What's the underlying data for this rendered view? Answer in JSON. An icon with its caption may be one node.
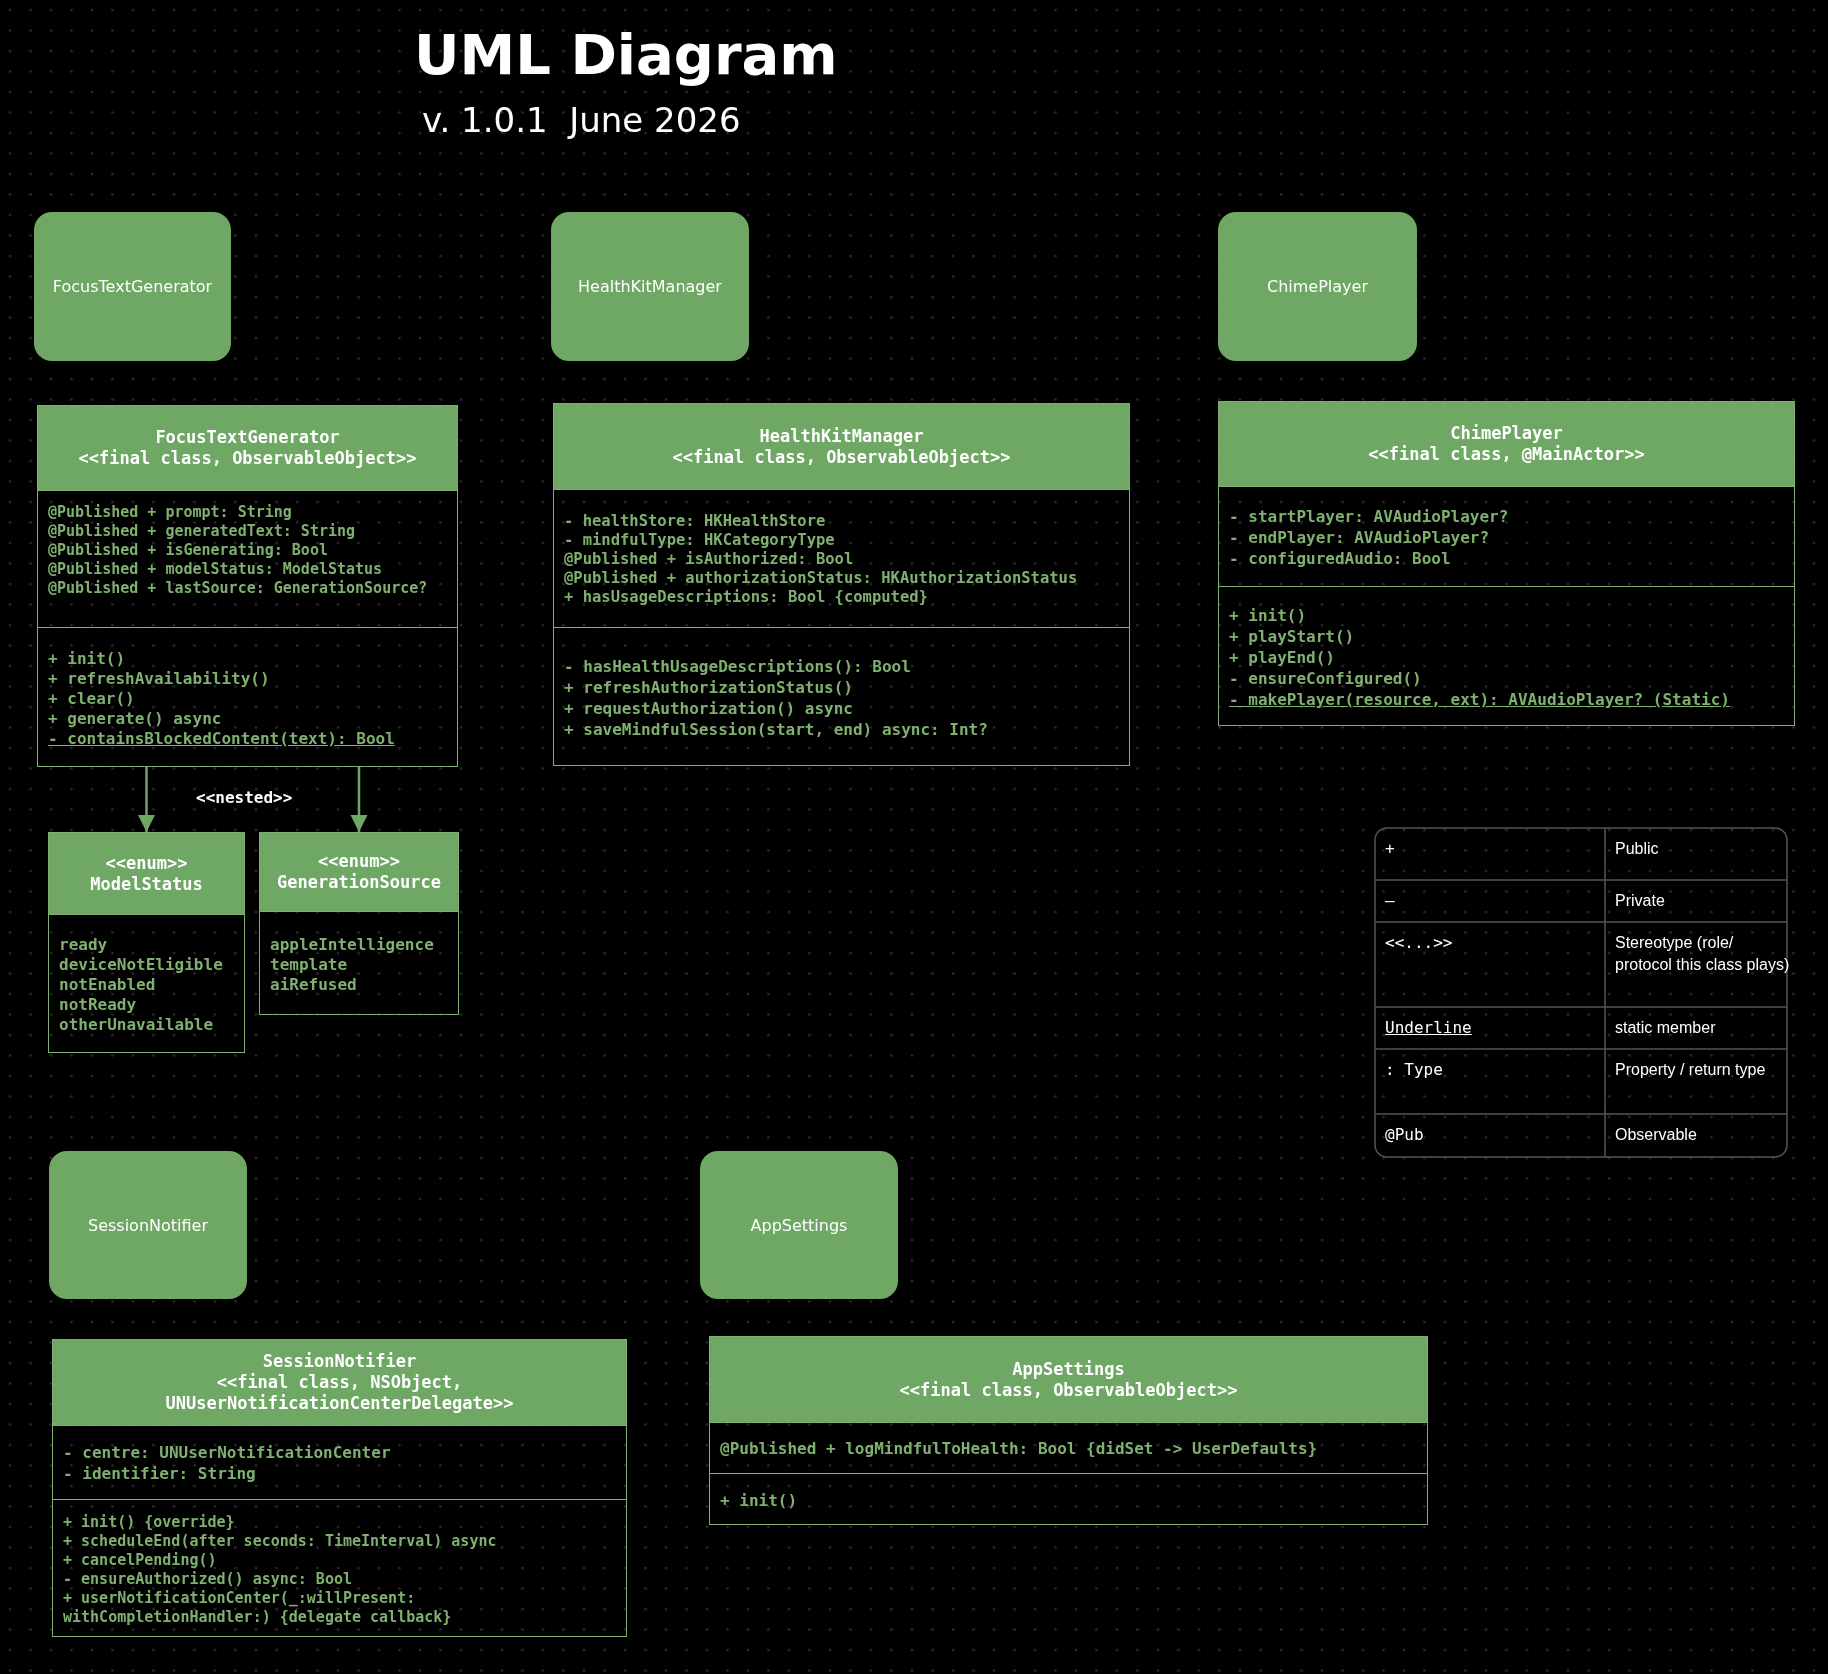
{
  "diagram": {
    "title": "UML Diagram",
    "nodes": [
      {
        "text": [
          "FocusTextGenerator"
        ]
      },
      {
        "text": [
          "HealthKitManager"
        ]
      },
      {
        "text": [
          "ChimePlayer"
        ]
      },
      {
        "text": [
          "FocusTextGenerator",
          "<<final class, ObservableObject>>"
        ]
      },
      {
        "text": [
          "@Published + prompt: String",
          "@Published + generatedText: String",
          "@Published + isGenerating: Bool",
          "@Published + modelStatus: ModelStatus",
          "@Published + lastSource: GenerationSource?"
        ],
        "in": 3
      },
      {
        "text": [
          "+ init()",
          "+ refreshAvailability()",
          "+ clear()",
          "+ generate() async",
          "- containsBlockedContent(text): Bool"
        ],
        "in": 3
      },
      {
        "text": [
          "<<enum>>",
          "ModelStatus"
        ]
      },
      {
        "text": [
          "ready",
          "deviceNotEligible",
          "notEnabled",
          "notReady",
          "otherUnavailable"
        ],
        "in": 6
      },
      {
        "text": [
          "<<enum>>",
          "GenerationSource"
        ]
      },
      {
        "text": [
          "appleIntelligence",
          "template",
          "aiRefused"
        ],
        "in": 8
      },
      {
        "text": [
          "HealthKitManager",
          "<<final class, ObservableObject>>"
        ]
      },
      {
        "text": [
          "- healthStore: HKHealthStore",
          "- mindfulType: HKCategoryType",
          "@Published + isAuthorized: Bool",
          "@Published + authorizationStatus: HKAuthorizationStatus",
          "+ hasUsageDescriptions: Bool {computed}"
        ],
        "in": 10
      },
      {
        "text": [
          "- hasHealthUsageDescriptions(): Bool",
          "+ refreshAuthorizationStatus()",
          "+ requestAuthorization() async",
          "+ saveMindfulSession(start, end) async: Int?"
        ],
        "in": 10
      },
      {
        "text": [
          "ChimePlayer",
          "<<final class, @MainActor>>"
        ]
      },
      {
        "text": [
          "- startPlayer: AVAudioPlayer?",
          "- endPlayer: AVAudioPlayer?",
          "- configuredAudio: Bool"
        ],
        "in": 13
      },
      {
        "text": [
          "+ init()",
          "+ playStart()",
          "+ playEnd()",
          "- ensureConfigured()",
          "- makePlayer(resource, ext): AVAudioPlayer? (Static)"
        ],
        "in": 13
      },
      {
        "text": [
          "SessionNotifier"
        ]
      },
      {
        "text": [
          "AppSettings"
        ]
      },
      {
        "text": [
          "SessionNotifier",
          "<<final class, NSObject, UNUserNotificationCenterDelegate>>"
        ]
      },
      {
        "text": [
          "- centre: UNUserNotificationCenter",
          "- identifier: String"
        ],
        "in": 18
      },
      {
        "text": [
          "+ init() {override}",
          "+ scheduleEnd(after seconds: TimeInterval) async",
          "+ cancelPending()",
          "- ensureAuthorized() async: Bool",
          "+ userNotificationCenter(_:willPresent: withCompletionHandler:) {delegate callback}"
        ],
        "in": 18
      },
      {
        "text": [
          "AppSettings",
          "<<final class, ObservableObject>>"
        ]
      },
      {
        "text": [
          "@Published + logMindfulToHealth: Bool {didSet -> UserDefaults}"
        ],
        "in": 21
      },
      {
        "text": [
          "+ init()"
        ],
        "in": 21
      }
    ],
    "edges": [
      {
        "from": 3,
        "to": 6,
        "arrow": "to"
      },
      {
        "from": 3,
        "to": 8,
        "arrow": "to"
      }
    ],
    "labels": [
      "v. 1.0.1  June 2026",
      "<<nested>>",
      "+",
      "Public",
      "–",
      "Private",
      "<<...>>",
      "Stereotype (role/ protocol this class plays)",
      "Underline",
      "static member",
      ": Type",
      "Property / return type",
      "@Pub",
      "Observable"
    ]
  }
}
